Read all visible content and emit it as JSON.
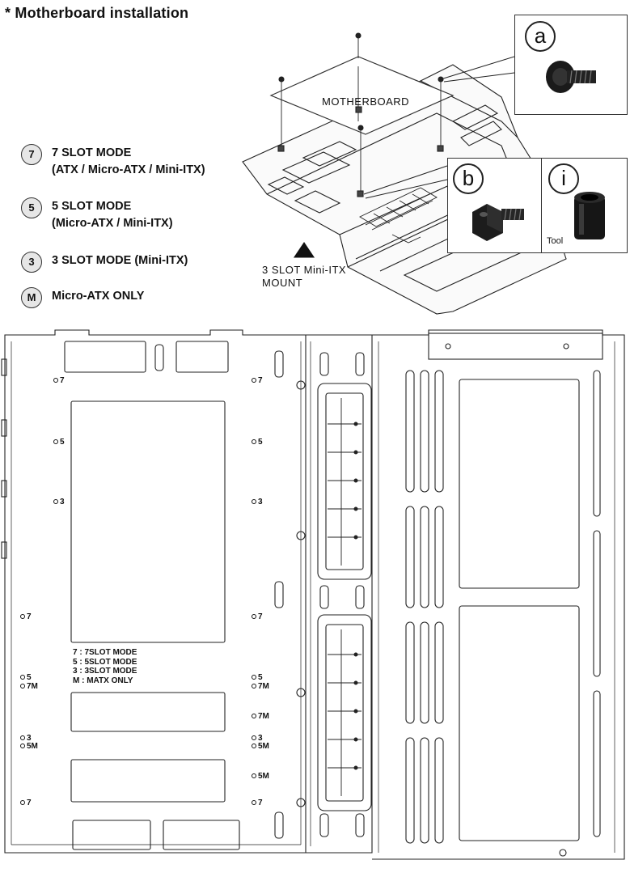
{
  "title": "* Motherboard installation",
  "legend": [
    {
      "badge": "7",
      "line1": "7 SLOT MODE",
      "line2": "(ATX / Micro-ATX / Mini-ITX)"
    },
    {
      "badge": "5",
      "line1": "5 SLOT MODE",
      "line2": "(Micro-ATX / Mini-ITX)"
    },
    {
      "badge": "3",
      "line1": "3 SLOT MODE (Mini-ITX)"
    },
    {
      "badge": "M",
      "line1": "Micro-ATX ONLY"
    }
  ],
  "diagram": {
    "motherboard_label": "MOTHERBOARD",
    "mount_label_1": "3 SLOT Mini-ITX",
    "mount_label_2": "MOUNT"
  },
  "callouts": {
    "a": "a",
    "b": "b",
    "i": "i",
    "tool_label": "Tool"
  },
  "markers": {
    "m7": "7",
    "m5": "5",
    "m3": "3",
    "m7m": "7M",
    "m5m": "5M"
  },
  "notes": [
    "7 : 7SLOT MODE",
    "5 : 5SLOT MODE",
    "3 : 3SLOT MODE",
    "M : MATX  ONLY"
  ]
}
